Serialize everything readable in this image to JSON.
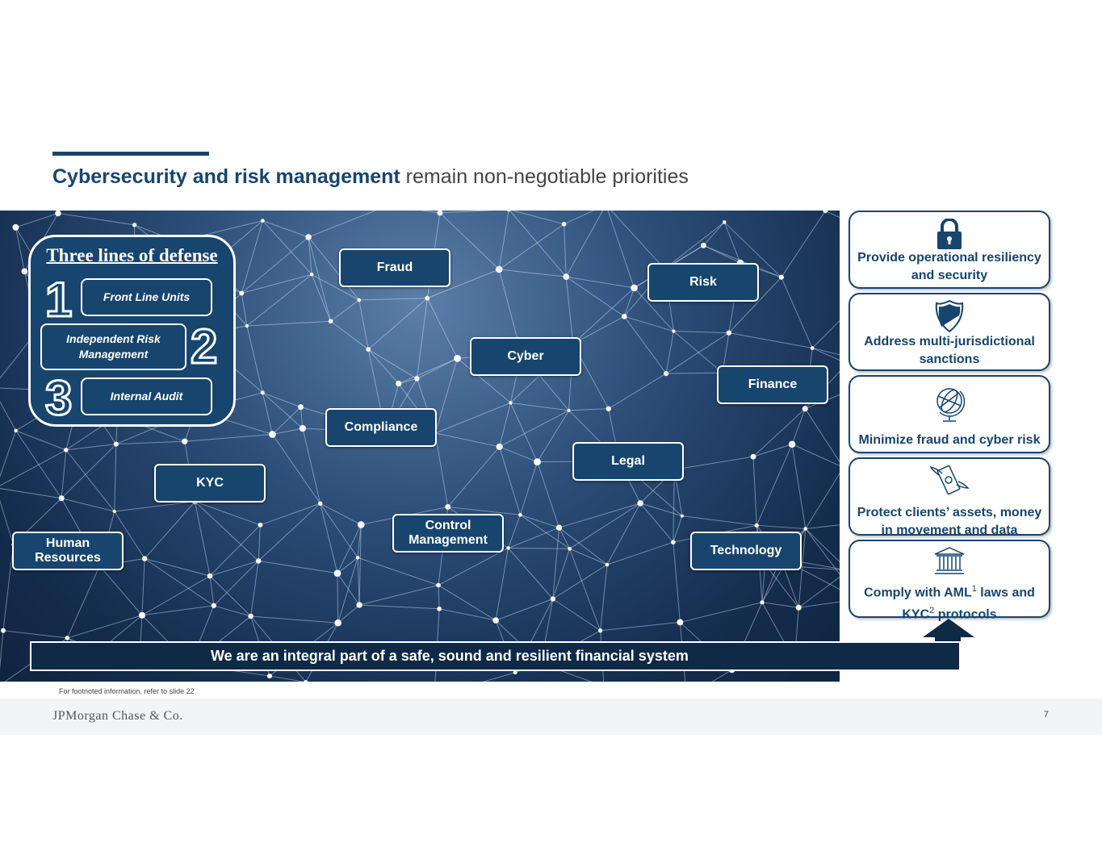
{
  "title": {
    "bold": "Cybersecurity and risk management",
    "rest": " remain non-negotiable priorities"
  },
  "defense": {
    "heading": "Three lines of defense",
    "lines": [
      {
        "num": "1",
        "label": "Front Line Units"
      },
      {
        "num": "2",
        "label": "Independent Risk Management"
      },
      {
        "num": "3",
        "label": "Internal Audit"
      }
    ]
  },
  "functions": {
    "fraud": "Fraud",
    "risk": "Risk",
    "cyber": "Cyber",
    "finance": "Finance",
    "compliance": "Compliance",
    "legal": "Legal",
    "kyc": "KYC",
    "control": "Control Management",
    "hr": "Human Resources",
    "technology": "Technology"
  },
  "priorities": [
    {
      "icon": "lock-icon",
      "text": "Provide operational resiliency and security"
    },
    {
      "icon": "shield-icon",
      "text": "Address multi-jurisdictional sanctions"
    },
    {
      "icon": "globe-icon",
      "text": "Minimize fraud and cyber risk"
    },
    {
      "icon": "flying-money-icon",
      "text": "Protect clients’ assets, money in movement and data"
    },
    {
      "icon": "bank-icon",
      "a": "Comply with AML",
      "sup1": "1",
      "b": " laws and KYC",
      "sup2": "2",
      "c": " protocols"
    }
  ],
  "banner": "We are an integral part of a safe, sound and resilient financial system",
  "footnote": "For footnoted information, refer to slide 22",
  "footer": {
    "logo": "JPMorgan Chase & Co.",
    "page": "7"
  },
  "colors": {
    "brand": "#17456d",
    "dark": "#0e2a47"
  }
}
